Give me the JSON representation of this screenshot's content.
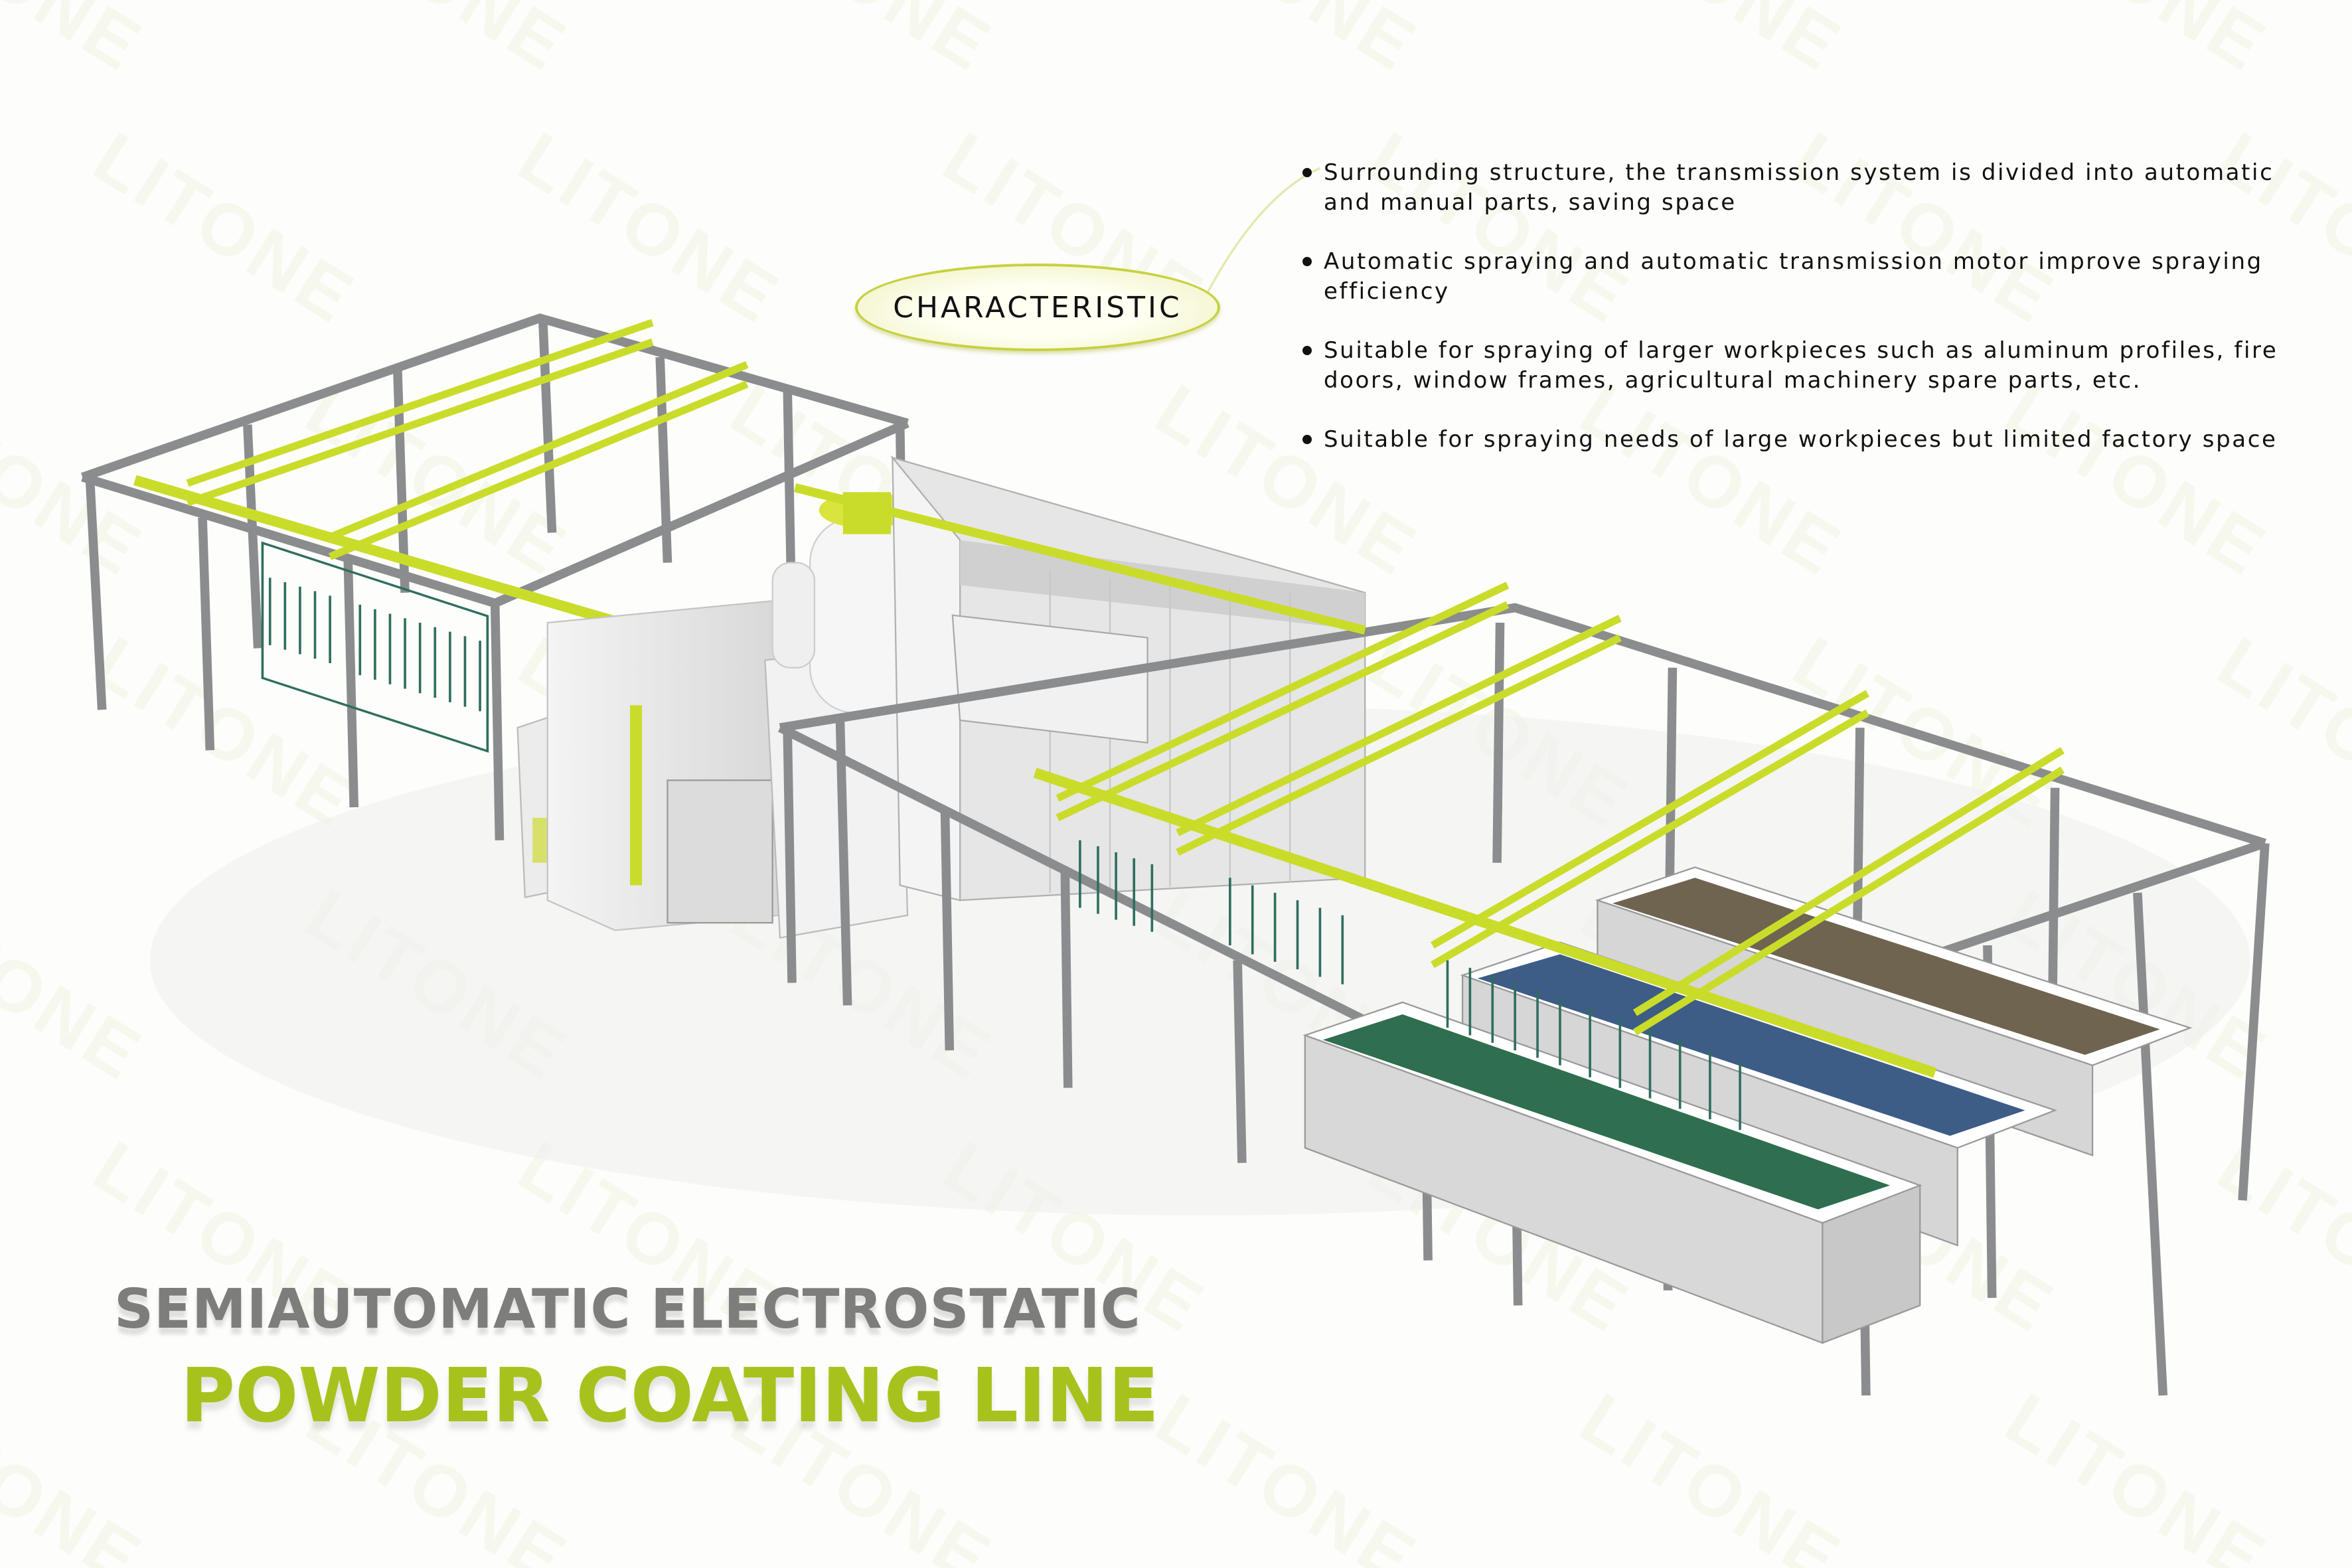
{
  "watermark": "LITONE",
  "characteristic": {
    "label": "CHARACTERISTIC",
    "items": [
      "Surrounding structure, the transmission system is divided into automatic and manual parts, saving space",
      "Automatic spraying and automatic transmission motor improve spraying efficiency",
      "Suitable for spraying of larger workpieces such as aluminum profiles, fire doors, window frames, agricultural machinery spare parts, etc.",
      "Suitable for spraying needs of large workpieces but limited factory space"
    ]
  },
  "title": {
    "line1": "SEMIAUTOMATIC ELECTROSTATIC",
    "line2": "POWDER COATING LINE"
  },
  "colors": {
    "accent": "#a8c21d",
    "beam": "#c9dc2a",
    "frame": "#8a8c8e",
    "title_gray": "#7d7d7b",
    "tank_green": "#2f6e4e",
    "tank_blue": "#3d5c86",
    "tank_brown": "#6e6450"
  }
}
